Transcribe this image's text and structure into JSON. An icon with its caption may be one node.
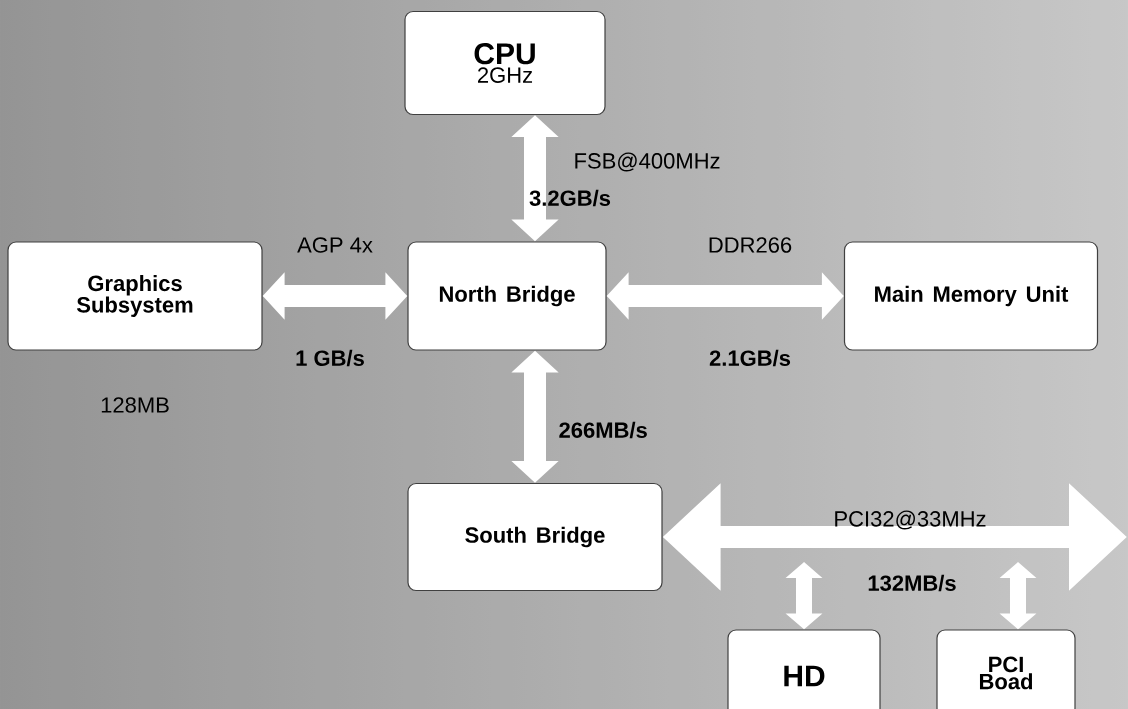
{
  "diagram": {
    "nodes": [
      {
        "text": [
          "CPU",
          "2GHz"
        ]
      },
      {
        "text": [
          "Graphics Subsystem"
        ],
        "beside": [
          "128MB"
        ]
      },
      {
        "text": [
          "North Bridge"
        ]
      },
      {
        "text": [
          "Main Memory Unit"
        ]
      },
      {
        "text": [
          "South Bridge"
        ]
      },
      {
        "text": [
          "HD"
        ]
      },
      {
        "text": [
          "PCI Boad"
        ]
      }
    ],
    "edges": [
      {
        "from": 0,
        "to": 2,
        "arrow": "both",
        "label": "FSB@400MHz"
      },
      {
        "from": 1,
        "to": 2,
        "arrow": "both",
        "label": "AGP 4x"
      },
      {
        "from": 2,
        "to": 3,
        "arrow": "both",
        "label": "DDR266"
      },
      {
        "from": 2,
        "to": 4,
        "arrow": "both",
        "label": "266MB/s"
      },
      {
        "from": 4,
        "to": null,
        "arrow": "both",
        "label": "PCI32@33MHz"
      },
      {
        "from": null,
        "to": 5,
        "arrow": "both"
      },
      {
        "from": null,
        "to": 6,
        "arrow": "both"
      }
    ],
    "labels": [
      "3.2GB/s",
      "1 GB/s",
      "2.1GB/s",
      "132MB/s"
    ]
  }
}
